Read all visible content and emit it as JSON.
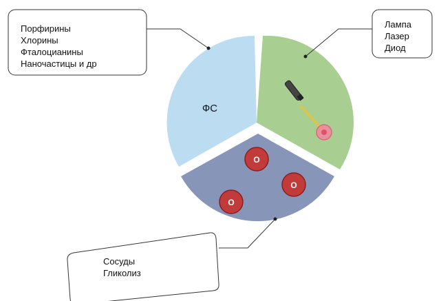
{
  "sectors": {
    "photosensitizer": {
      "center_label": "ФС",
      "color": "#bcdcf2",
      "callout_lines": [
        "Порфирины",
        "Хлорины",
        "Фталоцианины",
        "Наночастицы и др"
      ]
    },
    "light_source": {
      "color": "#a8ce92",
      "callout_lines": [
        "Лампа",
        "Лазер",
        "Диод"
      ]
    },
    "tissue": {
      "color": "#8796b8",
      "callout_lines": [
        "Сосуды",
        "Гликолиз"
      ],
      "oxygen_label": "O",
      "oxygen_color": "#c23b3b"
    }
  },
  "laser": {
    "beam_color": "#e8c23a",
    "spot_color": "#f08a9e"
  },
  "callout_border_color": "#333333"
}
